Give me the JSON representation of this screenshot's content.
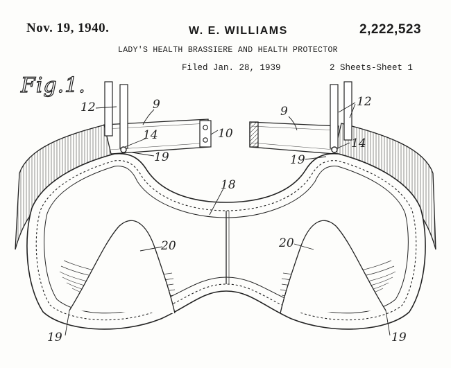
{
  "header": {
    "date": "Nov. 19, 1940.",
    "inventor": "W. E. WILLIAMS",
    "patent_number": "2,222,523",
    "title": "LADY'S HEALTH BRASSIERE AND HEALTH PROTECTOR",
    "filed": "Filed Jan. 28, 1939",
    "sheets": "2 Sheets-Sheet 1"
  },
  "figure": {
    "label": "Fig.1.",
    "reference_numerals": {
      "strap_left": "12",
      "strap_right": "12",
      "band_left": "9",
      "band_right": "9",
      "fastener": "10",
      "ring_left": "14",
      "ring_right": "14",
      "edge_top_left": "19",
      "edge_top_right": "19",
      "edge_bottom_left": "19",
      "edge_bottom_right": "19",
      "center_panel": "18",
      "cup_left": "20",
      "cup_right": "20"
    }
  }
}
